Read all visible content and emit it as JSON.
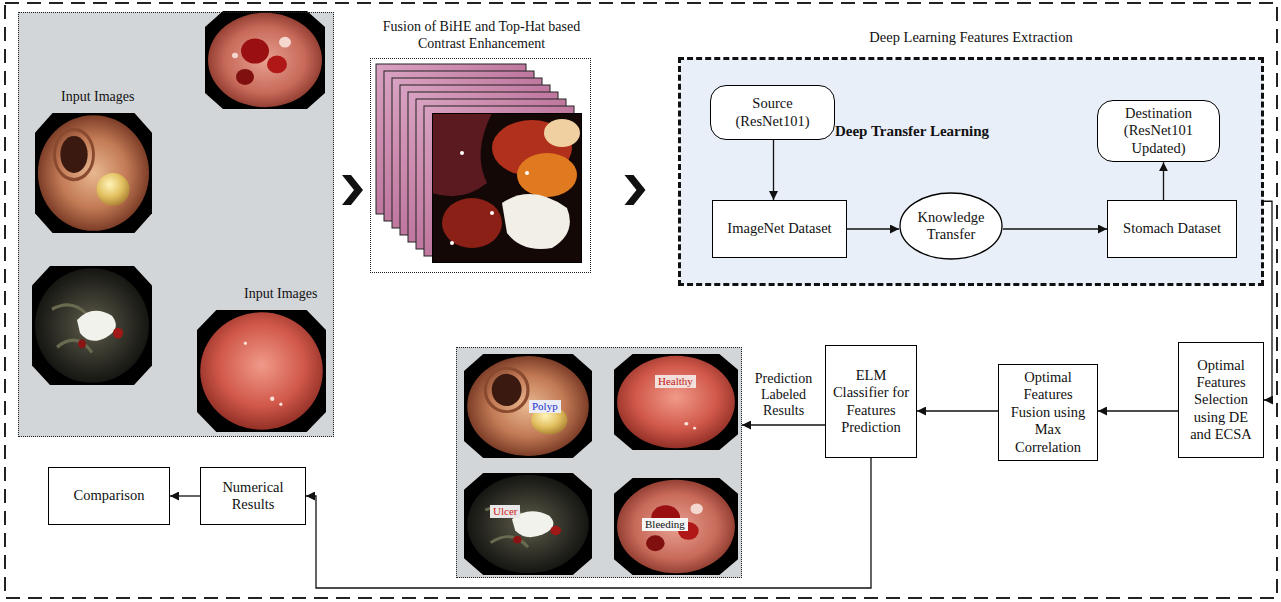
{
  "diagram": {
    "nodes": [
      {
        "text": [
          "Input Images",
          "Input Images"
        ]
      },
      {
        "text": [
          "Fusion of BiHE and Top-Hat based Contrast Enhancement"
        ]
      },
      {
        "text": [
          "Deep Learning Features Extraction",
          "Deep Transfer Learning"
        ]
      },
      {
        "text": [
          "Source (ResNet101)"
        ],
        "in": 2
      },
      {
        "text": [
          "Destination (ResNet101 Updated)"
        ],
        "in": 2
      },
      {
        "text": [
          "ImageNet Dataset"
        ],
        "in": 2
      },
      {
        "text": [
          "Knowledge Transfer"
        ],
        "in": 2
      },
      {
        "text": [
          "Stomach Dataset"
        ],
        "in": 2
      },
      {
        "text": [
          "Optimal Features Selection using DE and ECSA"
        ]
      },
      {
        "text": [
          "Optimal Features Fusion using Max Correlation"
        ]
      },
      {
        "text": [
          "ELM Classifier for Features Prediction"
        ]
      },
      {
        "text": [
          "Polyp",
          "Healthy",
          "Ulcer",
          "Bleeding"
        ]
      },
      {
        "text": [
          "Numerical Results"
        ]
      },
      {
        "text": [
          "Comparison"
        ]
      }
    ],
    "edges": [
      {
        "from": 0,
        "to": 1,
        "arrow": "to"
      },
      {
        "from": 1,
        "to": 2,
        "arrow": "to"
      },
      {
        "from": 3,
        "to": 5,
        "arrow": "to"
      },
      {
        "from": 5,
        "to": 6,
        "arrow": "to"
      },
      {
        "from": 6,
        "to": 7,
        "arrow": "to"
      },
      {
        "from": 7,
        "to": 4,
        "arrow": "to"
      },
      {
        "from": 2,
        "to": 8,
        "arrow": "to"
      },
      {
        "from": 8,
        "to": 9,
        "arrow": "to"
      },
      {
        "from": 9,
        "to": 10,
        "arrow": "to"
      },
      {
        "from": 10,
        "to": 11,
        "label": "Prediction Labeled Results",
        "arrow": "to"
      },
      {
        "from": 10,
        "to": 12,
        "arrow": "to"
      },
      {
        "from": 12,
        "to": 13,
        "arrow": "to"
      }
    ]
  }
}
